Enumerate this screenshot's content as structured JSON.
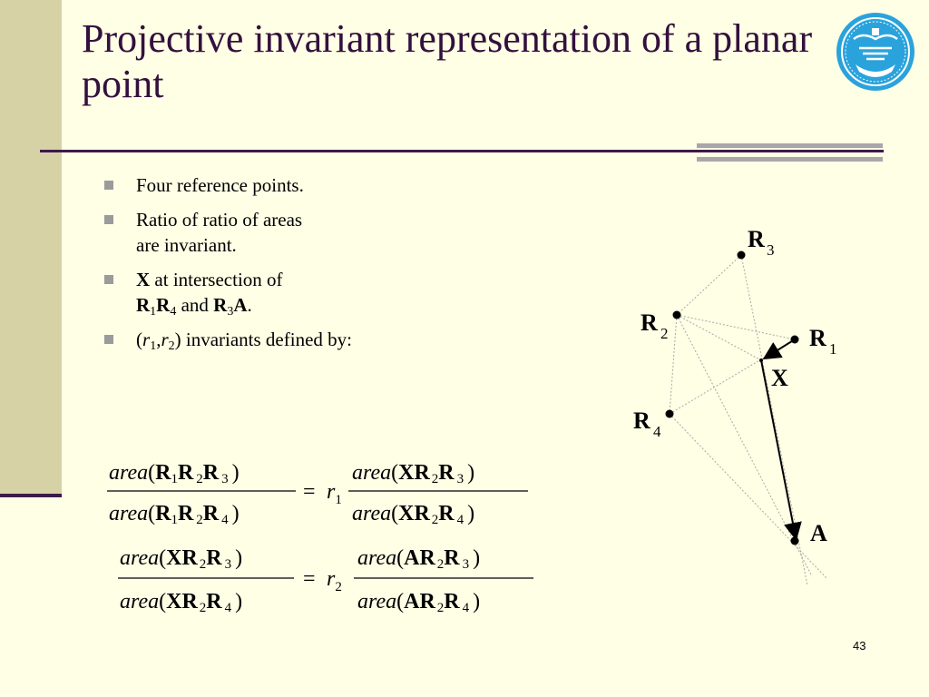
{
  "slide": {
    "title": "Projective invariant representation of a planar point",
    "page_number": "43"
  },
  "bullets": {
    "b1": "Four reference points.",
    "b2_line1": "Ratio of ratio of areas",
    "b2_line2": "are invariant.",
    "b3_x": "X",
    "b3_text": " at intersection of",
    "b3_and": " and ",
    "b3_end": ".",
    "b4_text": ") invariants defined by:"
  },
  "symbols": {
    "R": "R",
    "X": "X",
    "A": "A",
    "r": "r",
    "one": "1",
    "two": "2",
    "three": "3",
    "four": "4",
    "open": "(",
    "comma": ","
  },
  "diagram": {
    "labels": {
      "r3": "R",
      "r2": "R",
      "r1": "R",
      "r4": "R",
      "x": "X",
      "a": "A",
      "s3": "3",
      "s2": "2",
      "s1": "1",
      "s4": "4"
    }
  },
  "equations": {
    "area": "area",
    "eq1": {
      "num_left": [
        "R",
        "1",
        "R",
        "2",
        "R",
        "3"
      ],
      "den_left": [
        "R",
        "1",
        "R",
        "2",
        "R",
        "4"
      ],
      "coef": "r",
      "coef_sub": "1",
      "num_right": [
        "XR",
        "2",
        "R",
        "3"
      ],
      "den_right": [
        "XR",
        "2",
        "R",
        "4"
      ]
    },
    "eq2": {
      "num_left": [
        "XR",
        "2",
        "R",
        "3"
      ],
      "den_left": [
        "XR",
        "2",
        "R",
        "4"
      ],
      "coef": "r",
      "coef_sub": "2",
      "num_right": [
        "AR",
        "2",
        "R",
        "3"
      ],
      "den_right": [
        "AR",
        "2",
        "R",
        "4"
      ]
    }
  },
  "colors": {
    "title": "#33103d",
    "background": "#ffffe6",
    "sidebar": "#d6d2a6",
    "rule": "#3d1a4a",
    "logo": "#2aa3dc"
  }
}
